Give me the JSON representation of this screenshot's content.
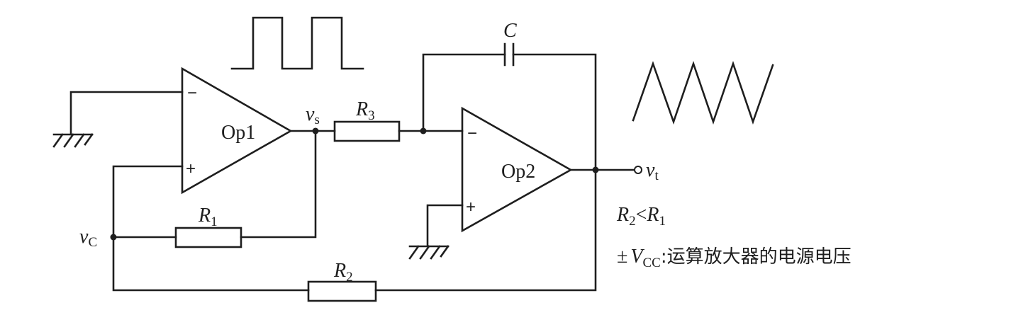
{
  "colors": {
    "ink": "#1e1e1e",
    "paper": "#ffffff"
  },
  "components": {
    "op1": {
      "label": "Op1",
      "inverting": "−",
      "noninverting": "+"
    },
    "op2": {
      "label": "Op2",
      "inverting": "−",
      "noninverting": "+"
    },
    "r1": {
      "symbol": "R",
      "sub": "1"
    },
    "r2": {
      "symbol": "R",
      "sub": "2"
    },
    "r3": {
      "symbol": "R",
      "sub": "3"
    },
    "c": {
      "symbol": "C"
    }
  },
  "nodes": {
    "vs": {
      "symbol": "v",
      "sub": "s"
    },
    "vc": {
      "symbol": "v",
      "sub": "C"
    },
    "vt": {
      "symbol": "v",
      "sub": "t"
    }
  },
  "notes": {
    "condition": {
      "a": "R",
      "a_sub": "2",
      "op": "<",
      "b": "R",
      "b_sub": "1"
    },
    "supply": {
      "pm": "±",
      "symbol": "V",
      "sub": "CC",
      "text": ":运算放大器的电源电压"
    }
  }
}
